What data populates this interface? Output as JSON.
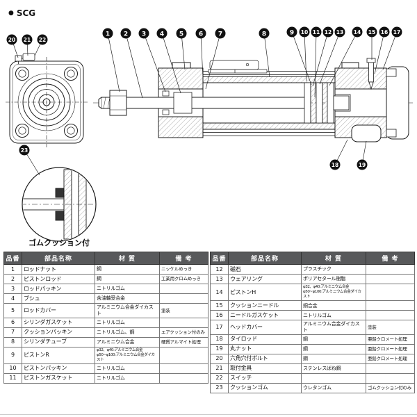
{
  "page": {
    "bullet": "●",
    "title": "SCG"
  },
  "colors": {
    "table_header_bg": "#58595b",
    "callout_fill": "#111111"
  },
  "drawing": {
    "callouts": [
      "1",
      "2",
      "3",
      "4",
      "5",
      "6",
      "7",
      "8",
      "9",
      "10",
      "11",
      "12",
      "13",
      "14",
      "15",
      "16",
      "17",
      "18",
      "19",
      "20",
      "21",
      "22",
      "23"
    ],
    "detail_label": "ゴムクッション付"
  },
  "tables": [
    {
      "headers": [
        "品番",
        "部品名称",
        "材 質",
        "備 考"
      ],
      "rows": [
        {
          "no": "1",
          "name": "ロッドナット",
          "material": "鋼",
          "note": "ニッケルめっき"
        },
        {
          "no": "2",
          "name": "ピストンロッド",
          "material": "鋼",
          "note": "工業用クロムめっき"
        },
        {
          "no": "3",
          "name": "ロッドパッキン",
          "material": "ニトリルゴム",
          "note": ""
        },
        {
          "no": "4",
          "name": "ブシュ",
          "material": "含油軸受合金",
          "note": ""
        },
        {
          "no": "5",
          "name": "ロッドカバー",
          "material": "アルミニウム合金ダイカスト",
          "note": "塗装"
        },
        {
          "no": "6",
          "name": "シリンダガスケット",
          "material": "ニトリルゴム",
          "note": ""
        },
        {
          "no": "7",
          "name": "クッションパッキン",
          "material": "ニトリルゴム、鋼",
          "note": "エアクッション付のみ"
        },
        {
          "no": "8",
          "name": "シリンダチューブ",
          "material": "アルミニウム合金",
          "note": "硬質アルマイト処理"
        },
        {
          "no": "9",
          "name": "ピストンR",
          "material": "φ32、φ40:アルミニウム合金\nφ50~φ100:アルミニウム合金ダイカスト",
          "note": ""
        },
        {
          "no": "10",
          "name": "ピストンパッキン",
          "material": "ニトリルゴム",
          "note": ""
        },
        {
          "no": "11",
          "name": "ピストンガスケット",
          "material": "ニトリルゴム",
          "note": ""
        }
      ]
    },
    {
      "headers": [
        "品番",
        "部品名称",
        "材 質",
        "備 考"
      ],
      "rows": [
        {
          "no": "12",
          "name": "磁石",
          "material": "プラスチック",
          "note": ""
        },
        {
          "no": "13",
          "name": "ウェアリング",
          "material": "ポリアセタール樹脂",
          "note": ""
        },
        {
          "no": "14",
          "name": "ピストンH",
          "material": "φ32、φ40:アルミニウム合金\nφ50~φ100:アルミニウム合金ダイカスト",
          "note": ""
        },
        {
          "no": "15",
          "name": "クッションニードル",
          "material": "銅合金",
          "note": ""
        },
        {
          "no": "16",
          "name": "ニードルガスケット",
          "material": "ニトリルゴム",
          "note": ""
        },
        {
          "no": "17",
          "name": "ヘッドカバー",
          "material": "アルミニウム合金ダイカスト",
          "note": "塗装"
        },
        {
          "no": "18",
          "name": "タイロッド",
          "material": "鋼",
          "note": "亜鉛クロメート処理"
        },
        {
          "no": "19",
          "name": "丸ナット",
          "material": "鋼",
          "note": "亜鉛クロメート処理"
        },
        {
          "no": "20",
          "name": "六角穴付ボルト",
          "material": "鋼",
          "note": "亜鉛クロメート処理"
        },
        {
          "no": "21",
          "name": "取付金具",
          "material": "ステンレスばね鋼",
          "note": ""
        },
        {
          "no": "22",
          "name": "スイッチ",
          "material": "",
          "note": ""
        },
        {
          "no": "23",
          "name": "クッションゴム",
          "material": "ウレタンゴム",
          "note": "ゴムクッション付のみ"
        }
      ]
    }
  ]
}
